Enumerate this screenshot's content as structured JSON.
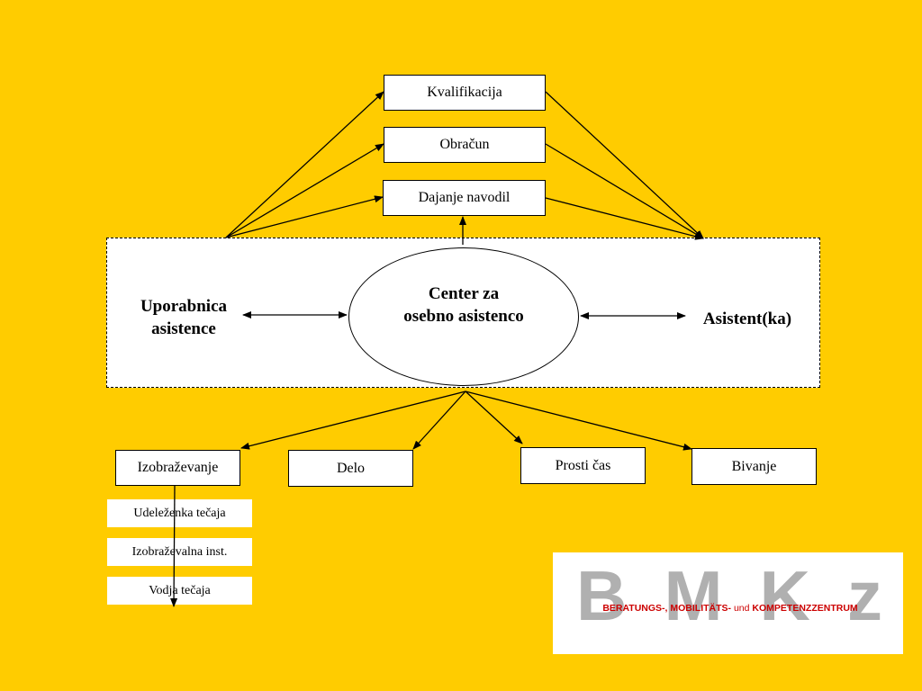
{
  "top_boxes": {
    "qualification": "Kvalifikacija",
    "billing": "Obračun",
    "instructions": "Dajanje navodil"
  },
  "center": {
    "title_line1": "Center za",
    "title_line2": "osebno asistenco"
  },
  "left_label": {
    "line1": "Uporabnica",
    "line2": "asistence"
  },
  "right_label": "Asistent(ka)",
  "bottom_boxes": {
    "education": "Izobraževanje",
    "work": "Delo",
    "leisure": "Prosti čas",
    "living": "Bivanje"
  },
  "education_items": {
    "participant": "Udeleženka tečaja",
    "institution": "Izobraževalna inst.",
    "leader": "Vodja tečaja"
  },
  "logo": {
    "letters": [
      "B",
      "M",
      "K",
      "z"
    ],
    "text_part1": "BERATUNGS-, MOBILITÄTS-",
    "text_und": "und",
    "text_part2": "KOMPETENZZENTRUM"
  },
  "colors": {
    "background": "#FFCC00",
    "logo_red": "#CC0000",
    "logo_gray": "#B0B0B0"
  }
}
